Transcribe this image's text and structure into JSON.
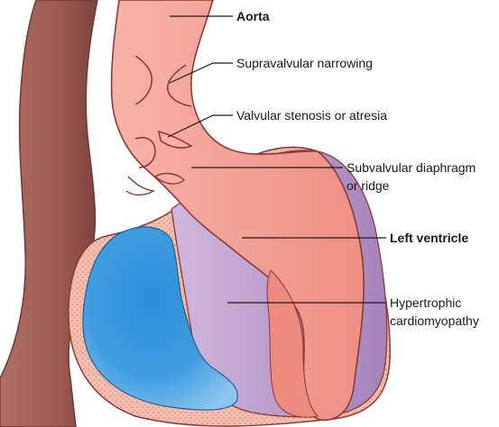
{
  "labels": {
    "aorta": "Aorta",
    "supravalvular": "Supravalvular narrowing",
    "valvular": "Valvular stenosis or atresia",
    "subvalvular_1": "Subvalvular diaphragm",
    "subvalvular_2": "or ridge",
    "left_ventricle": "Left ventricle",
    "hcm_1": "Hypertrophic",
    "hcm_2": "cardiomyopathy"
  },
  "colors": {
    "aorta_fill": "#f3a095",
    "aorta_outline": "#8c3a36",
    "vessel_back": "#a8625a",
    "myocardium": "#b48ac4",
    "right_ventricle_blood": "#2a86d0",
    "pericardium": "#f4b8a6"
  }
}
